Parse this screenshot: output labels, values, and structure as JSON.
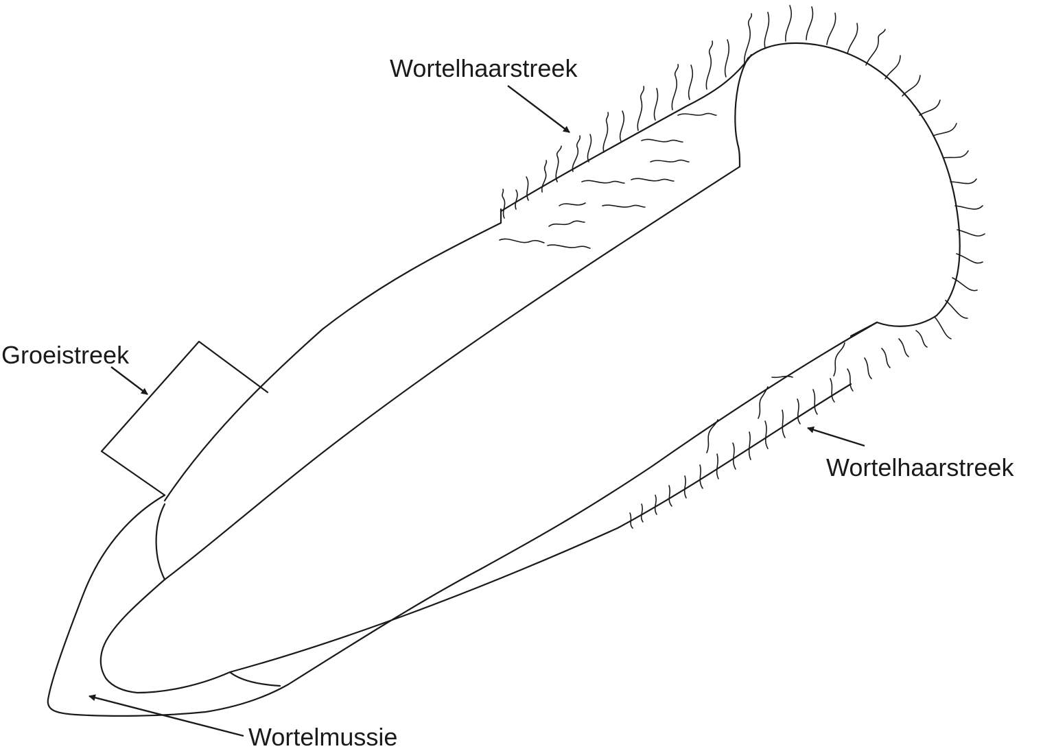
{
  "labels": {
    "root_hair_zone_top": "Wortelhaarstreek",
    "growth_zone": "Groeistreek",
    "root_hair_zone_right": "Wortelhaarstreek",
    "root_cap": "Wortelmussie"
  },
  "colors": {
    "ink": "#1a1a1a",
    "background": "#ffffff"
  }
}
